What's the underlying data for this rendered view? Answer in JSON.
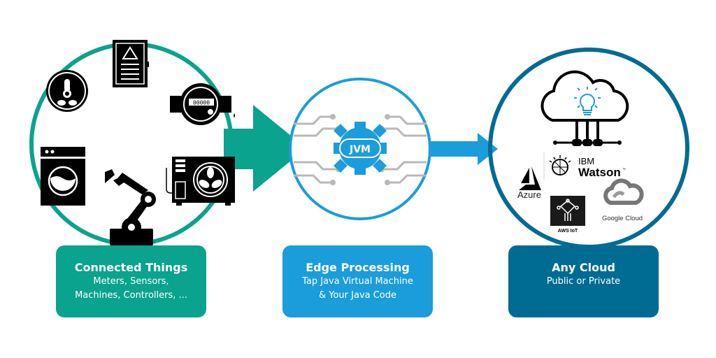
{
  "stages": [
    {
      "title": "Connected Things",
      "lines": [
        "Meters, Sensors,",
        "Machines, Controllers, ..."
      ],
      "color": "#0aa38e"
    },
    {
      "title": "Edge Processing",
      "lines": [
        "Tap Java Virtual Machine",
        "& Your Java Code"
      ],
      "color": "#1b9ddb"
    },
    {
      "title": "Any Cloud",
      "lines": [
        "Public or Private"
      ],
      "color": "#006c93"
    }
  ],
  "edge": {
    "chip_label": "JVM"
  },
  "meter": {
    "digits": "00000"
  },
  "cloud_providers": {
    "ibm_top": "IBM",
    "ibm_bottom": "Watson",
    "ibm_tm": "™",
    "azure": "Azure",
    "aws": "AWS IoT",
    "google": "Google Cloud"
  },
  "icons": [
    "thermometer-sensor-icon",
    "electrical-panel-icon",
    "water-meter-icon",
    "washing-machine-icon",
    "robot-arm-icon",
    "air-conditioner-icon",
    "gear-chip-icon",
    "cloud-lightbulb-icon"
  ]
}
